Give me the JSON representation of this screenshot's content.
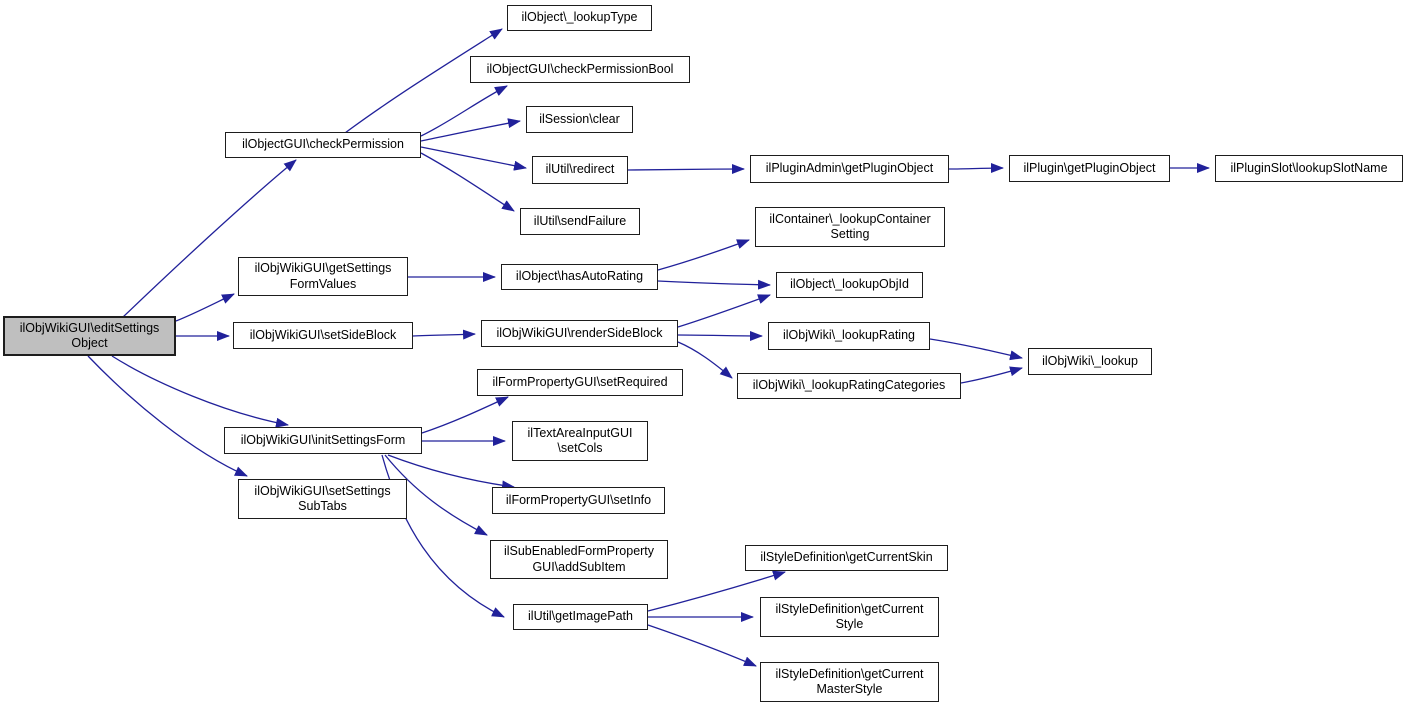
{
  "graph": {
    "type": "call-graph",
    "colors": {
      "background": "#ffffff",
      "edge_color": "#21219a",
      "node_border": "#1d1d1d",
      "node_fill": "#ffffff",
      "highlight_fill": "#bfbfbf"
    },
    "nodes": [
      {
        "id": "editSettingsObject",
        "label": "ilObjWikiGUI\\editSettings\nObject",
        "highlighted": true
      },
      {
        "id": "checkPermission",
        "label": "ilObjectGUI\\checkPermission",
        "highlighted": false
      },
      {
        "id": "lookupType",
        "label": "ilObject\\_lookupType",
        "highlighted": false
      },
      {
        "id": "checkPermissionBool",
        "label": "ilObjectGUI\\checkPermissionBool",
        "highlighted": false
      },
      {
        "id": "sessionClear",
        "label": "ilSession\\clear",
        "highlighted": false
      },
      {
        "id": "redirect",
        "label": "ilUtil\\redirect",
        "highlighted": false
      },
      {
        "id": "sendFailure",
        "label": "ilUtil\\sendFailure",
        "highlighted": false
      },
      {
        "id": "pluginAdminGetPluginObject",
        "label": "ilPluginAdmin\\getPluginObject",
        "highlighted": false
      },
      {
        "id": "pluginGetPluginObject",
        "label": "ilPlugin\\getPluginObject",
        "highlighted": false
      },
      {
        "id": "pluginSlotLookupSlotName",
        "label": "ilPluginSlot\\lookupSlotName",
        "highlighted": false
      },
      {
        "id": "containerLookupContainerSetting",
        "label": "ilContainer\\_lookupContainer\nSetting",
        "highlighted": false
      },
      {
        "id": "getSettingsFormValues",
        "label": "ilObjWikiGUI\\getSettings\nFormValues",
        "highlighted": false
      },
      {
        "id": "hasAutoRating",
        "label": "ilObject\\hasAutoRating",
        "highlighted": false
      },
      {
        "id": "objectLookupObjId",
        "label": "ilObject\\_lookupObjId",
        "highlighted": false
      },
      {
        "id": "setSideBlock",
        "label": "ilObjWikiGUI\\setSideBlock",
        "highlighted": false
      },
      {
        "id": "renderSideBlock",
        "label": "ilObjWikiGUI\\renderSideBlock",
        "highlighted": false
      },
      {
        "id": "wikiLookupRating",
        "label": "ilObjWiki\\_lookupRating",
        "highlighted": false
      },
      {
        "id": "wikiLookupRatingCategories",
        "label": "ilObjWiki\\_lookupRatingCategories",
        "highlighted": false
      },
      {
        "id": "wikiLookup",
        "label": "ilObjWiki\\_lookup",
        "highlighted": false
      },
      {
        "id": "setRequired",
        "label": "ilFormPropertyGUI\\setRequired",
        "highlighted": false
      },
      {
        "id": "initSettingsForm",
        "label": "ilObjWikiGUI\\initSettingsForm",
        "highlighted": false
      },
      {
        "id": "textAreaSetCols",
        "label": "ilTextAreaInputGUI\n\\setCols",
        "highlighted": false
      },
      {
        "id": "setInfo",
        "label": "ilFormPropertyGUI\\setInfo",
        "highlighted": false
      },
      {
        "id": "setSettingsSubTabs",
        "label": "ilObjWikiGUI\\setSettings\nSubTabs",
        "highlighted": false
      },
      {
        "id": "addSubItem",
        "label": "ilSubEnabledFormProperty\nGUI\\addSubItem",
        "highlighted": false
      },
      {
        "id": "getImagePath",
        "label": "ilUtil\\getImagePath",
        "highlighted": false
      },
      {
        "id": "getCurrentSkin",
        "label": "ilStyleDefinition\\getCurrentSkin",
        "highlighted": false
      },
      {
        "id": "getCurrentStyle",
        "label": "ilStyleDefinition\\getCurrent\nStyle",
        "highlighted": false
      },
      {
        "id": "getCurrentMasterStyle",
        "label": "ilStyleDefinition\\getCurrent\nMasterStyle",
        "highlighted": false
      }
    ],
    "edges": [
      {
        "from": "editSettingsObject",
        "to": "checkPermission"
      },
      {
        "from": "editSettingsObject",
        "to": "getSettingsFormValues"
      },
      {
        "from": "editSettingsObject",
        "to": "setSideBlock"
      },
      {
        "from": "editSettingsObject",
        "to": "initSettingsForm"
      },
      {
        "from": "editSettingsObject",
        "to": "setSettingsSubTabs"
      },
      {
        "from": "checkPermission",
        "to": "lookupType"
      },
      {
        "from": "checkPermission",
        "to": "checkPermissionBool"
      },
      {
        "from": "checkPermission",
        "to": "sessionClear"
      },
      {
        "from": "checkPermission",
        "to": "redirect"
      },
      {
        "from": "checkPermission",
        "to": "sendFailure"
      },
      {
        "from": "redirect",
        "to": "pluginAdminGetPluginObject"
      },
      {
        "from": "pluginAdminGetPluginObject",
        "to": "pluginGetPluginObject"
      },
      {
        "from": "pluginGetPluginObject",
        "to": "pluginSlotLookupSlotName"
      },
      {
        "from": "getSettingsFormValues",
        "to": "hasAutoRating"
      },
      {
        "from": "hasAutoRating",
        "to": "containerLookupContainerSetting"
      },
      {
        "from": "hasAutoRating",
        "to": "objectLookupObjId"
      },
      {
        "from": "setSideBlock",
        "to": "renderSideBlock"
      },
      {
        "from": "renderSideBlock",
        "to": "objectLookupObjId"
      },
      {
        "from": "renderSideBlock",
        "to": "wikiLookupRating"
      },
      {
        "from": "renderSideBlock",
        "to": "wikiLookupRatingCategories"
      },
      {
        "from": "wikiLookupRating",
        "to": "wikiLookup"
      },
      {
        "from": "wikiLookupRatingCategories",
        "to": "wikiLookup"
      },
      {
        "from": "initSettingsForm",
        "to": "setRequired"
      },
      {
        "from": "initSettingsForm",
        "to": "textAreaSetCols"
      },
      {
        "from": "initSettingsForm",
        "to": "setInfo"
      },
      {
        "from": "initSettingsForm",
        "to": "addSubItem"
      },
      {
        "from": "initSettingsForm",
        "to": "getImagePath"
      },
      {
        "from": "getImagePath",
        "to": "getCurrentSkin"
      },
      {
        "from": "getImagePath",
        "to": "getCurrentStyle"
      },
      {
        "from": "getImagePath",
        "to": "getCurrentMasterStyle"
      }
    ]
  }
}
